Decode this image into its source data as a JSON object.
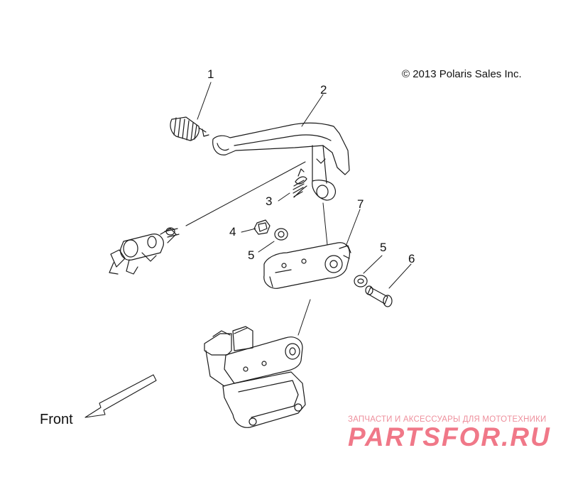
{
  "copyright": "© 2013 Polaris Sales Inc.",
  "direction_label": "Front",
  "callouts": [
    "1",
    "2",
    "3",
    "4",
    "5",
    "5",
    "6",
    "7"
  ],
  "watermark": {
    "tagline": "ЗАПЧАСТИ И АКСЕССУАРЫ ДЛЯ МОТОТЕХНИКИ",
    "logo": "PARTSFOR.RU"
  }
}
